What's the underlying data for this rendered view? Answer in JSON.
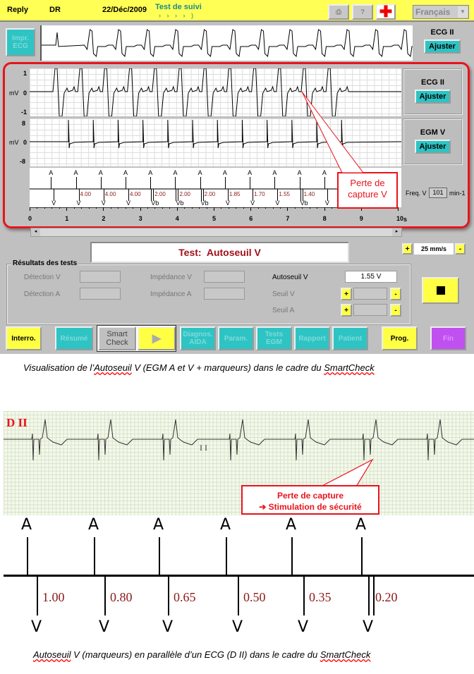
{
  "topbar": {
    "device": "Reply",
    "patient": "DR",
    "date": "22/Déc/2009",
    "mode": "Test de suivi",
    "progress_glyphs": "› › › › )",
    "language": "Français",
    "icons": [
      "printer-icon",
      "help-icon",
      "emergency-cross-icon"
    ]
  },
  "ecg_strip": {
    "print_button": "Impr.\nECG",
    "lead": "ECG II",
    "adjust": "Ajuster"
  },
  "panel": {
    "ecg": {
      "lead": "ECG II",
      "adjust": "Ajuster",
      "unit": "mV",
      "ticks": [
        "1",
        "0",
        "-1"
      ]
    },
    "egm": {
      "lead": "EGM V",
      "adjust": "Ajuster",
      "unit": "mV",
      "ticks": [
        "8",
        "0",
        "-8"
      ]
    },
    "atrial_markers": [
      "A",
      "A",
      "A",
      "A",
      "A",
      "A",
      "A",
      "A",
      "A",
      "A",
      "A",
      "A"
    ],
    "ventricular_markers": [
      {
        "label": "V",
        "value": ""
      },
      {
        "label": "V",
        "value": "4.00"
      },
      {
        "label": "V",
        "value": "4.00"
      },
      {
        "label": "V",
        "value": "4.00"
      },
      {
        "label": "Vb",
        "value": "2.00"
      },
      {
        "label": "Vb",
        "value": "2.00"
      },
      {
        "label": "Vb",
        "value": "2.00"
      },
      {
        "label": "V",
        "value": "1.85"
      },
      {
        "label": "V",
        "value": "1.70"
      },
      {
        "label": "V",
        "value": "1.55"
      },
      {
        "label": "Vb",
        "value": "1.40"
      },
      {
        "label": "V",
        "value": ""
      }
    ],
    "time_axis": [
      "0",
      "1",
      "2",
      "3",
      "4",
      "5",
      "6",
      "7",
      "8",
      "9",
      "10"
    ],
    "time_unit": "s",
    "callout": "Perte de\ncapture V",
    "freq_label": "Freq. V",
    "freq_value": "101",
    "freq_unit": "min-1"
  },
  "test": {
    "title_prefix": "Test:",
    "title": "Autoseuil V",
    "speed": "25 mm/s",
    "plus": "+",
    "minus": "-"
  },
  "results": {
    "legend": "Résultats des tests",
    "detection_v": "Détection V",
    "detection_a": "Détection A",
    "impedance_v": "Impédance V",
    "impedance_a": "Impédance A",
    "autoseuil_v": "Autoseuil V",
    "autoseuil_value": "1.55 V",
    "seuil_v": "Seuil V",
    "seuil_a": "Seuil A"
  },
  "nav": {
    "interro": "Interro.",
    "resume": "Résumé",
    "smart": "Smart\nCheck",
    "diagnos": "Diagnos.\nAIDA",
    "param": "Param.",
    "tests": "Tests\nEGM",
    "rapport": "Rapport",
    "patient": "Patient",
    "prog": "Prog.",
    "fin": "Fin"
  },
  "caption1": {
    "a": "Visualisation de l’",
    "b": "Autoseuil",
    "c": " V (EGM A et V + marqueurs) dans le cadre du ",
    "d": "SmartCheck"
  },
  "ecg2": {
    "lead": "D II",
    "inner_lead": "I I",
    "callout_line1": "Perte de capture",
    "callout_line2": "➔ Stimulation de sécurité"
  },
  "markers2": {
    "atrial": [
      "A",
      "A",
      "A",
      "A",
      "A",
      "A"
    ],
    "ventricular": [
      "V",
      "V",
      "V",
      "V",
      "V",
      "V"
    ],
    "values": [
      "1.00",
      "0.80",
      "0.65",
      "0.50",
      "0.35",
      "0.20"
    ]
  },
  "caption2": {
    "a": "Autoseuil",
    "b": " V (marqueurs) en parallèle d’un ECG (D II) dans le cadre du ",
    "c": "SmartCheck"
  }
}
